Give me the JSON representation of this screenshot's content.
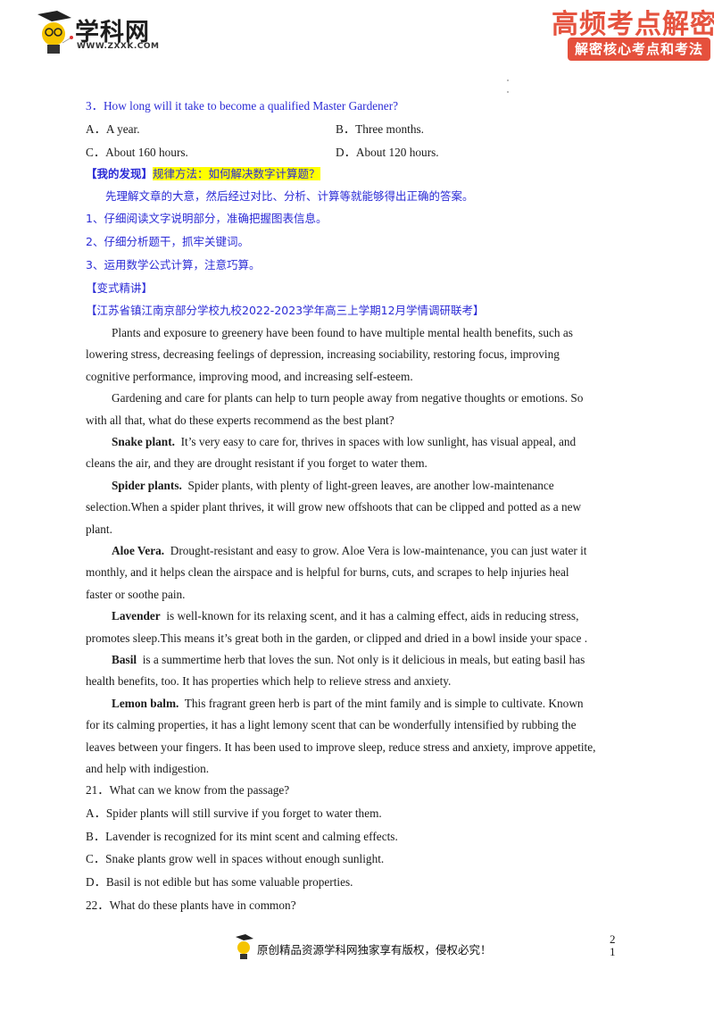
{
  "header": {
    "logo_text": "学科网",
    "logo_url": "WWW.ZXXK.COM",
    "banner_title": "高频考点解密",
    "banner_subtitle": "解密核心考点和考法",
    "colors": {
      "banner": "#e5503c",
      "blue_text": "#2b2bd6",
      "highlight": "#ffff00"
    }
  },
  "question3": {
    "stem": "3．How long will it take to become a qualified Master Gardener?",
    "options": [
      {
        "label": "A．",
        "text": "A year."
      },
      {
        "label": "B．",
        "text": "Three months."
      },
      {
        "label": "C．",
        "text": "About 160 hours."
      },
      {
        "label": "D．",
        "text": "About 120 hours."
      }
    ]
  },
  "discovery": {
    "tag": "【我的发现】",
    "highlight": "规律方法：如何解决数字计算题？",
    "intro": "先理解文章的大意，然后经过对比、分析、计算等就能够得出正确的答案。",
    "tips": [
      "1、仔细阅读文字说明部分，准确把握图表信息。",
      "2、仔细分析题干，抓牢关键词。",
      "3、运用数学公式计算，注意巧算。"
    ]
  },
  "variant": {
    "tag": "【变式精讲】",
    "source": "【江苏省镇江南京部分学校九校2022-2023学年高三上学期12月学情调研联考】"
  },
  "passage": {
    "lines": [
      {
        "indent": true,
        "bold": "",
        "text": "Plants and exposure to greenery have been found to have multiple mental health benefits, such as"
      },
      {
        "indent": false,
        "bold": "",
        "text": "lowering stress, decreasing feelings of depression, increasing sociability, restoring focus, improving"
      },
      {
        "indent": false,
        "bold": "",
        "text": "cognitive performance, improving mood, and increasing self-esteem."
      },
      {
        "indent": true,
        "bold": "",
        "text": "Gardening and care for plants can help to turn people away from negative thoughts or emotions. So"
      },
      {
        "indent": false,
        "bold": "",
        "text": "with all that, what do these experts recommend as the best plant?"
      },
      {
        "indent": true,
        "bold": "Snake plant.",
        "text": "  It’s very easy to care for, thrives in spaces with low sunlight, has visual appeal, and"
      },
      {
        "indent": false,
        "bold": "",
        "text": "cleans the air, and they are drought resistant if you forget to water them."
      },
      {
        "indent": true,
        "bold": "Spider plants.",
        "text": "  Spider plants, with plenty of light-green leaves, are another low-maintenance"
      },
      {
        "indent": false,
        "bold": "",
        "text": "selection.When a spider plant thrives, it will grow new offshoots that can be clipped and potted as a new"
      },
      {
        "indent": false,
        "bold": "",
        "text": "plant."
      },
      {
        "indent": true,
        "bold": "Aloe Vera.",
        "text": "  Drought-resistant and easy to grow. Aloe Vera is low-maintenance, you can just water it"
      },
      {
        "indent": false,
        "bold": "",
        "text": "monthly, and it helps clean the airspace and is helpful for burns, cuts, and scrapes to help injuries heal"
      },
      {
        "indent": false,
        "bold": "",
        "text": "faster or soothe pain."
      },
      {
        "indent": true,
        "bold": "Lavender",
        "text": "  is well-known for its relaxing scent, and it has a calming effect, aids in reducing stress,"
      },
      {
        "indent": false,
        "bold": "",
        "text": "promotes sleep.This means it’s great both in the garden, or clipped and dried in a bowl inside your space ."
      },
      {
        "indent": true,
        "bold": "Basil",
        "text": "  is a summertime herb that loves the sun. Not only is it delicious in meals, but eating basil has"
      },
      {
        "indent": false,
        "bold": "",
        "text": "health benefits, too. It has properties which help to relieve stress and anxiety."
      },
      {
        "indent": true,
        "bold": "Lemon balm.",
        "text": "  This fragrant green herb is part of the mint family and is simple to cultivate. Known"
      },
      {
        "indent": false,
        "bold": "",
        "text": "for its calming properties, it has a light lemony scent that can be wonderfully intensified by rubbing the"
      },
      {
        "indent": false,
        "bold": "",
        "text": "leaves between your fingers. It has been used to improve sleep, reduce stress and anxiety, improve appetite,"
      },
      {
        "indent": false,
        "bold": "",
        "text": "and help with indigestion."
      }
    ]
  },
  "questions": [
    {
      "text": "21．What can we know from the passage?"
    },
    {
      "text": "A．Spider plants will still survive if you forget to water them."
    },
    {
      "text": "B．Lavender is recognized for its mint scent and calming effects."
    },
    {
      "text": "C．Snake plants grow well in spaces without enough sunlight."
    },
    {
      "text": "D．Basil is not edible but has some valuable properties."
    },
    {
      "text": "22．What do these plants have in common?"
    }
  ],
  "footer": {
    "copyright": "原创精品资源学科网独家享有版权，侵权必究！",
    "page_top": "2",
    "page_bottom": "1"
  }
}
